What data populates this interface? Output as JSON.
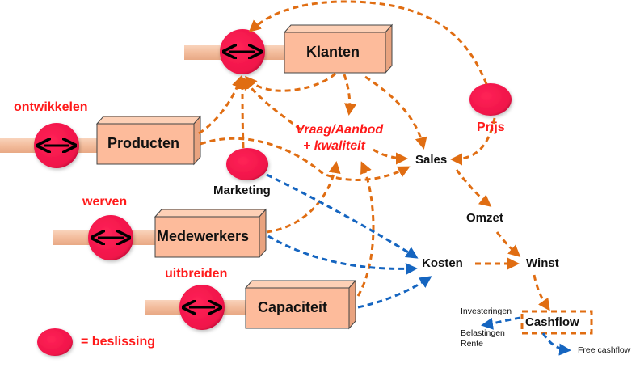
{
  "diagram": {
    "colors": {
      "decision": "#f0144a",
      "box_fill": "#fdbb9b",
      "bar_fill": "#f6c4a6",
      "orange_arrow": "#e06d12",
      "blue_arrow": "#1565c0",
      "red_text": "#ff1a1a"
    },
    "entities": {
      "klanten": "Klanten",
      "producten": "Producten",
      "medewerkers": "Medewerkers",
      "capaciteit": "Capaciteit"
    },
    "decision_labels": {
      "producten": "ontwikkelen",
      "medewerkers": "werven",
      "capaciteit": "uitbreiden",
      "prijs": "Prijs"
    },
    "nodes": {
      "marketing": "Marketing",
      "vraag_line1": "Vraag/Aanbod",
      "vraag_line2": "+ kwaliteit",
      "sales": "Sales",
      "omzet": "Omzet",
      "kosten": "Kosten",
      "winst": "Winst",
      "cashflow": "Cashflow",
      "investeringen": "Investeringen",
      "belastingen": "Belastingen",
      "rente": "Rente",
      "free_cashflow": "Free cashflow"
    },
    "legend": {
      "label": "= beslissing"
    },
    "icons": {
      "decision": "double-arrow-icon"
    }
  }
}
